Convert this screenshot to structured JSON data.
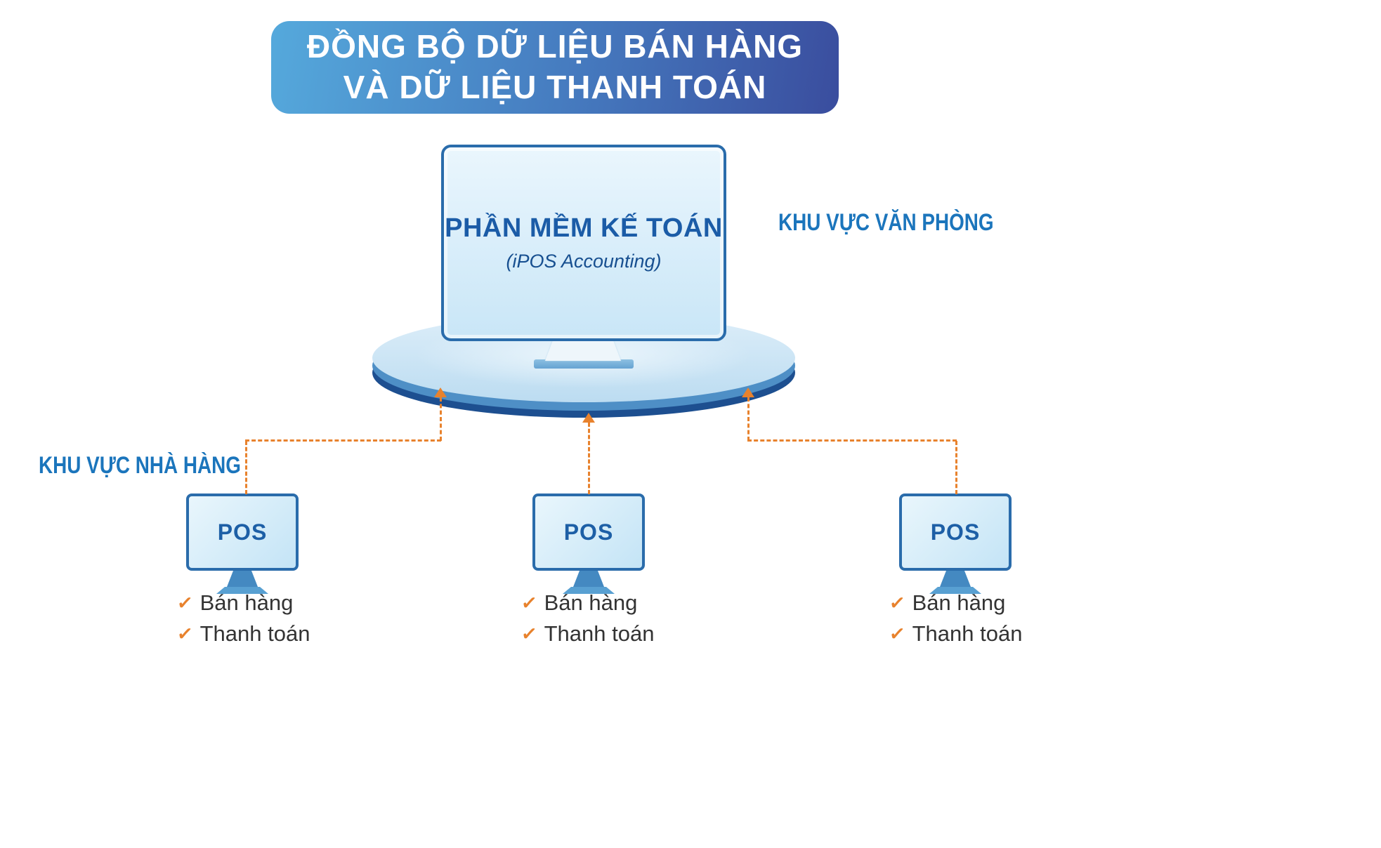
{
  "banner": {
    "line1": "ĐỒNG BỘ DỮ LIỆU BÁN HÀNG",
    "line2": "VÀ DỮ LIỆU THANH TOÁN"
  },
  "central_system": {
    "title": "PHẦN MỀM KẾ TOÁN",
    "subtitle": "(iPOS Accounting)"
  },
  "zones": {
    "office": "KHU VỰC VĂN PHÒNG",
    "restaurant": "KHU VỰC NHÀ HÀNG"
  },
  "pos_terminals": [
    {
      "label": "POS",
      "features": [
        "Bán hàng",
        "Thanh toán"
      ]
    },
    {
      "label": "POS",
      "features": [
        "Bán hàng",
        "Thanh toán"
      ]
    },
    {
      "label": "POS",
      "features": [
        "Bán hàng",
        "Thanh toán"
      ]
    }
  ],
  "icons": {
    "check": "✓"
  },
  "colors": {
    "banner_gradient_start": "#55A9DC",
    "banner_gradient_end": "#3A4D9E",
    "zone_label_blue": "#1B75BC",
    "monitor_border_blue": "#2A6CAB",
    "monitor_title_blue": "#1B5CA7",
    "platform_rim_blue": "#1D4F90",
    "connector_orange": "#E8822D",
    "feature_text": "#333333"
  }
}
